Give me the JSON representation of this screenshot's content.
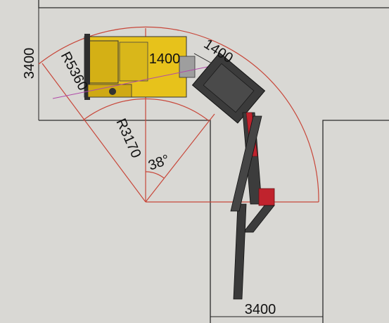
{
  "labels": {
    "corridor_width_left": "3400",
    "corridor_width_bottom": "3400",
    "outer_radius": "R5360",
    "inner_radius": "R3170",
    "angle": "38°",
    "dimension_top": "1400",
    "dimension_diagonal": "1400"
  },
  "colors": {
    "background": "#d9d8d4",
    "wall_line": "#2b2b2b",
    "arc_red": "#c8473a",
    "machine_yellow": "#e7c21b",
    "machine_dark": "#3a3a3a",
    "boom_red": "#c0232d",
    "dimension_line": "#222222",
    "center_line_magenta": "#b04aa8"
  }
}
